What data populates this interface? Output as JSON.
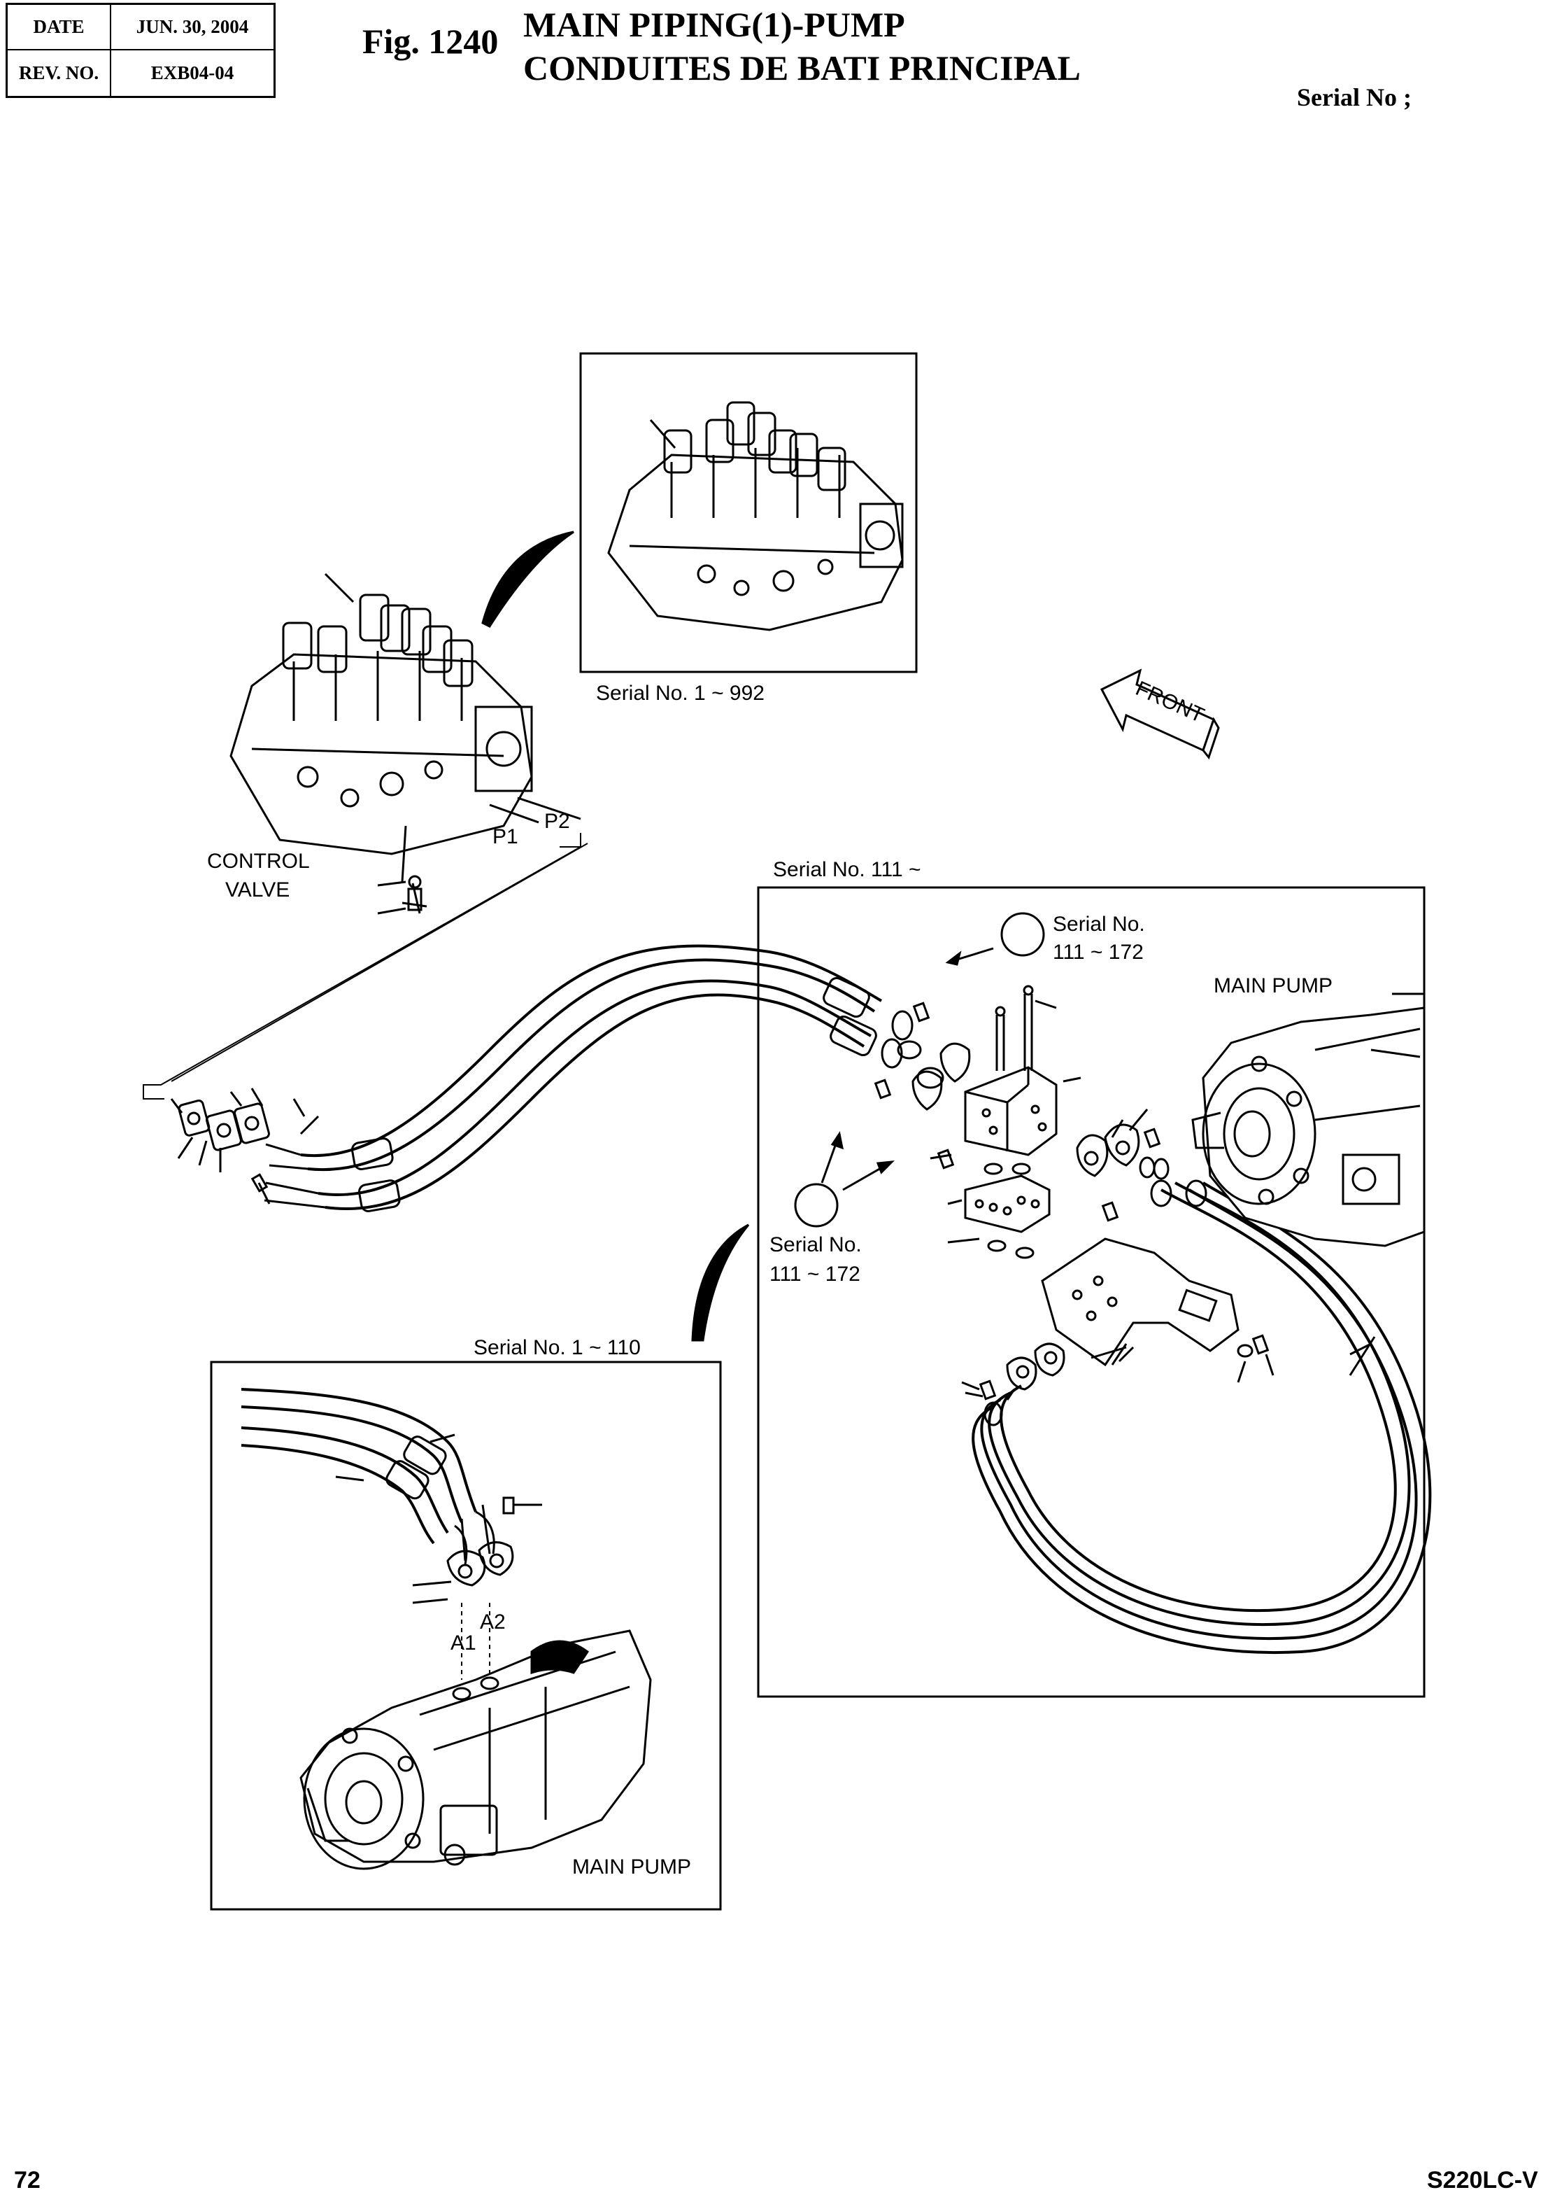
{
  "header": {
    "date_label": "DATE",
    "date_value": "JUN. 30, 2004",
    "rev_label": "REV. NO.",
    "rev_value": "EXB04-04",
    "fig_number": "Fig. 1240",
    "title_line1": "MAIN PIPING(1)-PUMP",
    "title_line2": "CONDUITES DE BATI PRINCIPAL",
    "serial_label": "Serial No ;"
  },
  "labels": {
    "inset_top_serial": "Serial No. 1 ~ 992",
    "control_valve_1": "CONTROL",
    "control_valve_2": "VALVE",
    "p1": "P1",
    "p2": "P2",
    "front": "FRONT",
    "serial_111": "Serial No. 111 ~",
    "detail_a_1": "Serial No.",
    "detail_a_2": "111 ~ 172",
    "main_pump_right": "MAIN PUMP",
    "detail_b_1": "Serial No.",
    "detail_b_2": "111 ~ 172",
    "serial_1_110": "Serial No. 1 ~ 110",
    "a1": "A1",
    "a2": "A2",
    "main_pump_left": "MAIN PUMP"
  },
  "footer": {
    "page_number": "72",
    "model": "S220LC-V"
  }
}
